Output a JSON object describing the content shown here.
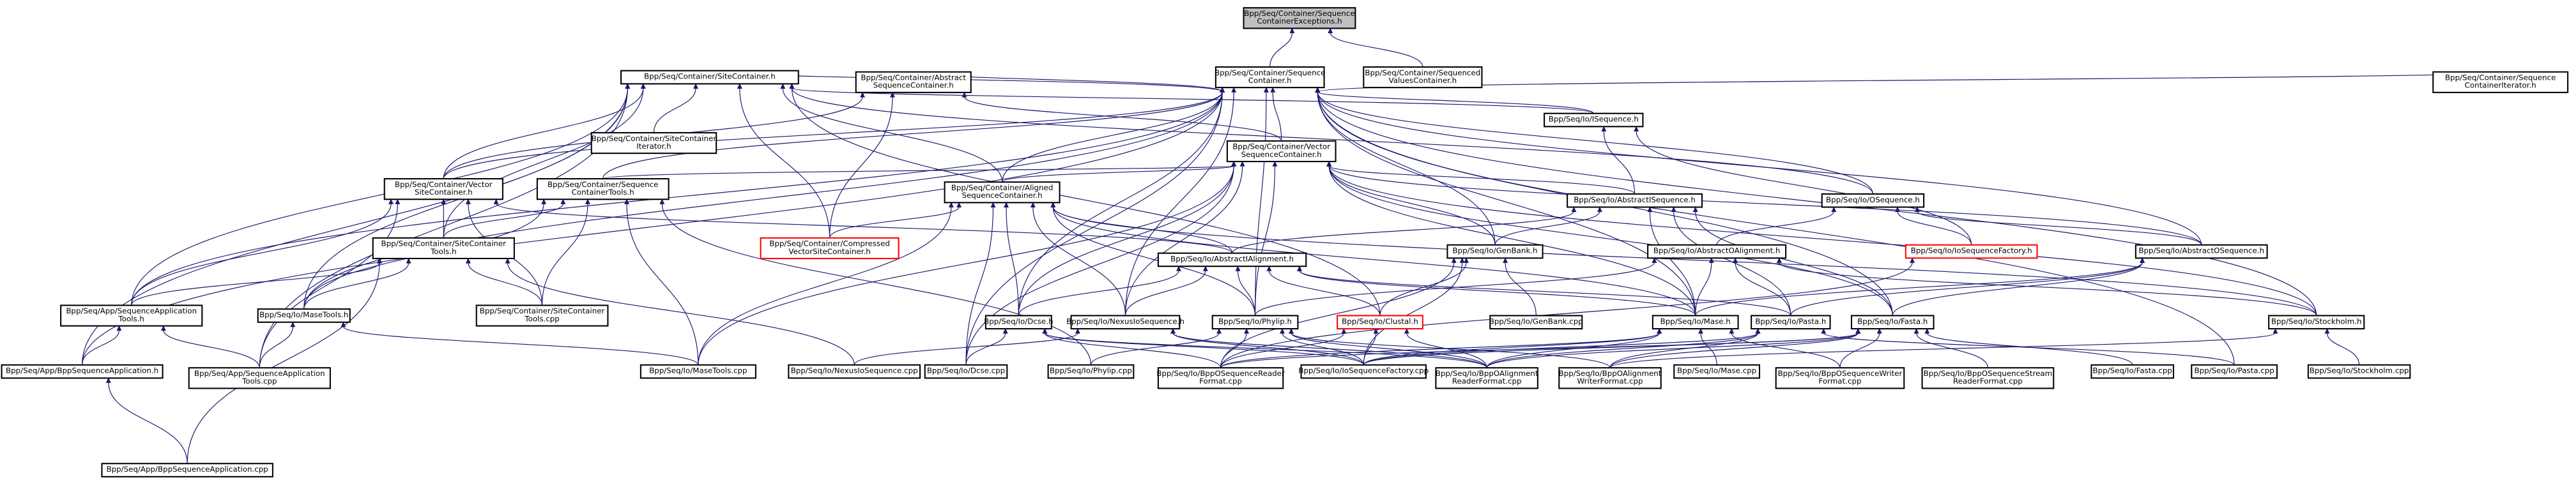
{
  "title": "Bpp/Seq/Container/SequenceContainerExceptions.h include dependency graph",
  "colors": {
    "edge": "#191970",
    "focus_fill": "#bfbfbf",
    "normal_border": "#000000",
    "truncated_border": "#ff0000"
  },
  "nodes": [
    {
      "id": "root",
      "lines": [
        "Bpp/Seq/Container/Sequence",
        "ContainerExceptions.h"
      ],
      "style": "focus"
    },
    {
      "id": "seqcont",
      "lines": [
        "Bpp/Seq/Container/Sequence",
        "Container.h"
      ]
    },
    {
      "id": "seqvals",
      "lines": [
        "Bpp/Seq/Container/Sequenced",
        "ValuesContainer.h"
      ]
    },
    {
      "id": "sitecont",
      "lines": [
        "Bpp/Seq/Container/SiteContainer.h"
      ]
    },
    {
      "id": "abstseq",
      "lines": [
        "Bpp/Seq/Container/Abstract",
        "SequenceContainer.h"
      ]
    },
    {
      "id": "seqiter",
      "lines": [
        "Bpp/Seq/Container/Sequence",
        "ContainerIterator.h"
      ]
    },
    {
      "id": "siteiter",
      "lines": [
        "Bpp/Seq/Container/SiteContainer",
        "Iterator.h"
      ]
    },
    {
      "id": "vecseq",
      "lines": [
        "Bpp/Seq/Container/Vector",
        "SequenceContainer.h"
      ]
    },
    {
      "id": "iseq",
      "lines": [
        "Bpp/Seq/Io/ISequence.h"
      ]
    },
    {
      "id": "vecsite",
      "lines": [
        "Bpp/Seq/Container/Vector",
        "SiteContainer.h"
      ]
    },
    {
      "id": "seqtools",
      "lines": [
        "Bpp/Seq/Container/Sequence",
        "ContainerTools.h"
      ]
    },
    {
      "id": "aligned",
      "lines": [
        "Bpp/Seq/Container/Aligned",
        "SequenceContainer.h"
      ]
    },
    {
      "id": "absiseq",
      "lines": [
        "Bpp/Seq/Io/AbstractISequence.h"
      ]
    },
    {
      "id": "oseq",
      "lines": [
        "Bpp/Seq/Io/OSequence.h"
      ]
    },
    {
      "id": "sitetools",
      "lines": [
        "Bpp/Seq/Container/SiteContainer",
        "Tools.h"
      ]
    },
    {
      "id": "compressed",
      "lines": [
        "Bpp/Seq/Container/Compressed",
        "VectorSiteContainer.h"
      ],
      "style": "red"
    },
    {
      "id": "absialign",
      "lines": [
        "Bpp/Seq/Io/AbstractIAlignment.h"
      ]
    },
    {
      "id": "genbank",
      "lines": [
        "Bpp/Seq/Io/GenBank.h"
      ]
    },
    {
      "id": "absoalign",
      "lines": [
        "Bpp/Seq/Io/AbstractOAlignment.h"
      ]
    },
    {
      "id": "iofactory",
      "lines": [
        "Bpp/Seq/Io/IoSequenceFactory.h"
      ],
      "style": "red"
    },
    {
      "id": "absoseq",
      "lines": [
        "Bpp/Seq/Io/AbstractOSequence.h"
      ]
    },
    {
      "id": "appTools",
      "lines": [
        "Bpp/Seq/App/SequenceApplication",
        "Tools.h"
      ]
    },
    {
      "id": "masetoolsh",
      "lines": [
        "Bpp/Seq/Io/MaseTools.h"
      ]
    },
    {
      "id": "sitetoolscpp",
      "lines": [
        "Bpp/Seq/Container/SiteContainer",
        "Tools.cpp"
      ]
    },
    {
      "id": "dcseh",
      "lines": [
        "Bpp/Seq/Io/Dcse.h"
      ]
    },
    {
      "id": "nexush",
      "lines": [
        "Bpp/Seq/Io/NexusIoSequence.h"
      ]
    },
    {
      "id": "phyliph",
      "lines": [
        "Bpp/Seq/Io/Phylip.h"
      ]
    },
    {
      "id": "clustalh",
      "lines": [
        "Bpp/Seq/Io/Clustal.h"
      ],
      "style": "red"
    },
    {
      "id": "genbankcpp",
      "lines": [
        "Bpp/Seq/Io/GenBank.cpp"
      ]
    },
    {
      "id": "maseh",
      "lines": [
        "Bpp/Seq/Io/Mase.h"
      ]
    },
    {
      "id": "pastah",
      "lines": [
        "Bpp/Seq/Io/Pasta.h"
      ]
    },
    {
      "id": "fastah",
      "lines": [
        "Bpp/Seq/Io/Fasta.h"
      ]
    },
    {
      "id": "stockh",
      "lines": [
        "Bpp/Seq/Io/Stockholm.h"
      ]
    },
    {
      "id": "bppapph",
      "lines": [
        "Bpp/Seq/App/BppSequenceApplication.h"
      ]
    },
    {
      "id": "apptoolscpp",
      "lines": [
        "Bpp/Seq/App/SequenceApplication",
        "Tools.cpp"
      ]
    },
    {
      "id": "masetoolscpp",
      "lines": [
        "Bpp/Seq/Io/MaseTools.cpp"
      ]
    },
    {
      "id": "nexuscpp",
      "lines": [
        "Bpp/Seq/Io/NexusIoSequence.cpp"
      ]
    },
    {
      "id": "dcsecpp",
      "lines": [
        "Bpp/Seq/Io/Dcse.cpp"
      ]
    },
    {
      "id": "phylipcpp",
      "lines": [
        "Bpp/Seq/Io/Phylip.cpp"
      ]
    },
    {
      "id": "readerfmt",
      "lines": [
        "Bpp/Seq/Io/BppOSequenceReader",
        "Format.cpp"
      ]
    },
    {
      "id": "factorycpp",
      "lines": [
        "Bpp/Seq/Io/IoSequenceFactory.cpp"
      ]
    },
    {
      "id": "alreader",
      "lines": [
        "Bpp/Seq/Io/BppOAlignment",
        "ReaderFormat.cpp"
      ]
    },
    {
      "id": "alwriter",
      "lines": [
        "Bpp/Seq/Io/BppOAlignment",
        "WriterFormat.cpp"
      ]
    },
    {
      "id": "masecpp",
      "lines": [
        "Bpp/Seq/Io/Mase.cpp"
      ]
    },
    {
      "id": "writerfmt",
      "lines": [
        "Bpp/Seq/Io/BppOSequenceWriter",
        "Format.cpp"
      ]
    },
    {
      "id": "streamreader",
      "lines": [
        "Bpp/Seq/Io/BppOSequenceStream",
        "ReaderFormat.cpp"
      ]
    },
    {
      "id": "fastacpp",
      "lines": [
        "Bpp/Seq/Io/Fasta.cpp"
      ]
    },
    {
      "id": "pastacpp",
      "lines": [
        "Bpp/Seq/Io/Pasta.cpp"
      ]
    },
    {
      "id": "stockcpp",
      "lines": [
        "Bpp/Seq/Io/Stockholm.cpp"
      ]
    },
    {
      "id": "bppappcpp",
      "lines": [
        "Bpp/Seq/App/BppSequenceApplication.cpp"
      ]
    }
  ],
  "edges": [
    [
      "seqcont",
      "root"
    ],
    [
      "seqvals",
      "root"
    ],
    [
      "sitecont",
      "seqcont"
    ],
    [
      "abstseq",
      "seqcont"
    ],
    [
      "seqiter",
      "seqcont"
    ],
    [
      "vecseq",
      "seqcont"
    ],
    [
      "iseq",
      "seqcont"
    ],
    [
      "oseq",
      "seqcont"
    ],
    [
      "vecsite",
      "seqcont"
    ],
    [
      "seqtools",
      "seqcont"
    ],
    [
      "aligned",
      "seqcont"
    ],
    [
      "genbank",
      "seqcont"
    ],
    [
      "dcseh",
      "seqcont"
    ],
    [
      "phyliph",
      "seqcont"
    ],
    [
      "nexush",
      "seqcont"
    ],
    [
      "maseh",
      "seqcont"
    ],
    [
      "fastah",
      "seqcont"
    ],
    [
      "stockh",
      "seqcont"
    ],
    [
      "appTools",
      "seqcont"
    ],
    [
      "masetoolsh",
      "seqcont"
    ],
    [
      "dcsecpp",
      "seqcont"
    ],
    [
      "pastacpp",
      "seqcont"
    ],
    [
      "bppapph",
      "seqcont"
    ],
    [
      "absoseq",
      "seqcont"
    ],
    [
      "siteiter",
      "sitecont"
    ],
    [
      "vecsite",
      "sitecont"
    ],
    [
      "aligned",
      "sitecont"
    ],
    [
      "compressed",
      "sitecont"
    ],
    [
      "sitetools",
      "sitecont"
    ],
    [
      "masetoolsh",
      "sitecont"
    ],
    [
      "appTools",
      "sitecont"
    ],
    [
      "apptoolscpp",
      "sitecont"
    ],
    [
      "bppapph",
      "sitecont"
    ],
    [
      "clustalh",
      "sitecont"
    ],
    [
      "oseq",
      "sitecont"
    ],
    [
      "iseq",
      "sitecont"
    ],
    [
      "vecseq",
      "abstseq"
    ],
    [
      "vecsite",
      "abstseq"
    ],
    [
      "compressed",
      "abstseq"
    ],
    [
      "aligned",
      "vecseq"
    ],
    [
      "seqtools",
      "vecseq"
    ],
    [
      "absiseq",
      "vecseq"
    ],
    [
      "genbank",
      "vecseq"
    ],
    [
      "dcseh",
      "vecseq"
    ],
    [
      "nexush",
      "vecseq"
    ],
    [
      "phyliph",
      "vecseq"
    ],
    [
      "maseh",
      "vecseq"
    ],
    [
      "fastah",
      "vecseq"
    ],
    [
      "stockh",
      "vecseq"
    ],
    [
      "masetoolscpp",
      "vecseq"
    ],
    [
      "dcsecpp",
      "vecseq"
    ],
    [
      "absoseq",
      "vecseq"
    ],
    [
      "absiseq",
      "iseq"
    ],
    [
      "iofactory",
      "iseq"
    ],
    [
      "sitetools",
      "vecsite"
    ],
    [
      "appTools",
      "vecsite"
    ],
    [
      "sitetoolscpp",
      "vecsite"
    ],
    [
      "apptoolscpp",
      "vecsite"
    ],
    [
      "absialign",
      "vecsite"
    ],
    [
      "sitetools",
      "seqtools"
    ],
    [
      "sitetoolscpp",
      "seqtools"
    ],
    [
      "masetoolscpp",
      "seqtools"
    ],
    [
      "masetoolsh",
      "seqtools"
    ],
    [
      "phylipcpp",
      "seqtools"
    ],
    [
      "absialign",
      "aligned"
    ],
    [
      "dcseh",
      "aligned"
    ],
    [
      "nexush",
      "aligned"
    ],
    [
      "phyliph",
      "aligned"
    ],
    [
      "masetoolscpp",
      "aligned"
    ],
    [
      "dcsecpp",
      "aligned"
    ],
    [
      "compressed",
      "aligned"
    ],
    [
      "maseh",
      "aligned"
    ],
    [
      "stockh",
      "aligned"
    ],
    [
      "genbank",
      "absiseq"
    ],
    [
      "maseh",
      "absiseq"
    ],
    [
      "fastah",
      "absiseq"
    ],
    [
      "pastah",
      "absiseq"
    ],
    [
      "absialign",
      "absiseq"
    ],
    [
      "absoalign",
      "oseq"
    ],
    [
      "absoseq",
      "oseq"
    ],
    [
      "iofactory",
      "oseq"
    ],
    [
      "appTools",
      "sitetools"
    ],
    [
      "masetoolsh",
      "sitetools"
    ],
    [
      "sitetoolscpp",
      "sitetools"
    ],
    [
      "nexuscpp",
      "sitetools"
    ],
    [
      "bppappcpp",
      "sitetools"
    ],
    [
      "dcseh",
      "absialign"
    ],
    [
      "nexush",
      "absialign"
    ],
    [
      "phyliph",
      "absialign"
    ],
    [
      "clustalh",
      "absialign"
    ],
    [
      "pastah",
      "absialign"
    ],
    [
      "maseh",
      "absialign"
    ],
    [
      "clustalh",
      "genbank"
    ],
    [
      "genbankcpp",
      "genbank"
    ],
    [
      "factorycpp",
      "genbank"
    ],
    [
      "readerfmt",
      "genbank"
    ],
    [
      "phyliph",
      "absoalign"
    ],
    [
      "maseh",
      "absoalign"
    ],
    [
      "pastah",
      "absoalign"
    ],
    [
      "stockh",
      "absoalign"
    ],
    [
      "readerfmt",
      "iofactory"
    ],
    [
      "maseh",
      "absoseq"
    ],
    [
      "fastah",
      "absoseq"
    ],
    [
      "pastah",
      "absoseq"
    ],
    [
      "bppapph",
      "appTools"
    ],
    [
      "apptoolscpp",
      "appTools"
    ],
    [
      "apptoolscpp",
      "masetoolsh"
    ],
    [
      "masetoolscpp",
      "masetoolsh"
    ],
    [
      "dcsecpp",
      "dcseh"
    ],
    [
      "readerfmt",
      "dcseh"
    ],
    [
      "factorycpp",
      "dcseh"
    ],
    [
      "alreader",
      "dcseh"
    ],
    [
      "nexuscpp",
      "nexush"
    ],
    [
      "factorycpp",
      "nexush"
    ],
    [
      "alreader",
      "nexush"
    ],
    [
      "phylipcpp",
      "phyliph"
    ],
    [
      "readerfmt",
      "phyliph"
    ],
    [
      "factorycpp",
      "phyliph"
    ],
    [
      "alreader",
      "phyliph"
    ],
    [
      "alwriter",
      "phyliph"
    ],
    [
      "readerfmt",
      "clustalh"
    ],
    [
      "factorycpp",
      "clustalh"
    ],
    [
      "alreader",
      "clustalh"
    ],
    [
      "masecpp",
      "maseh"
    ],
    [
      "readerfmt",
      "maseh"
    ],
    [
      "factorycpp",
      "maseh"
    ],
    [
      "alreader",
      "maseh"
    ],
    [
      "writerfmt",
      "maseh"
    ],
    [
      "pastacpp",
      "pastah"
    ],
    [
      "factorycpp",
      "pastah"
    ],
    [
      "alreader",
      "pastah"
    ],
    [
      "alwriter",
      "pastah"
    ],
    [
      "fastacpp",
      "fastah"
    ],
    [
      "readerfmt",
      "fastah"
    ],
    [
      "factorycpp",
      "fastah"
    ],
    [
      "alreader",
      "fastah"
    ],
    [
      "alwriter",
      "fastah"
    ],
    [
      "writerfmt",
      "fastah"
    ],
    [
      "streamreader",
      "fastah"
    ],
    [
      "stockcpp",
      "stockh"
    ],
    [
      "alwriter",
      "stockh"
    ],
    [
      "bppappcpp",
      "bppapph"
    ]
  ]
}
